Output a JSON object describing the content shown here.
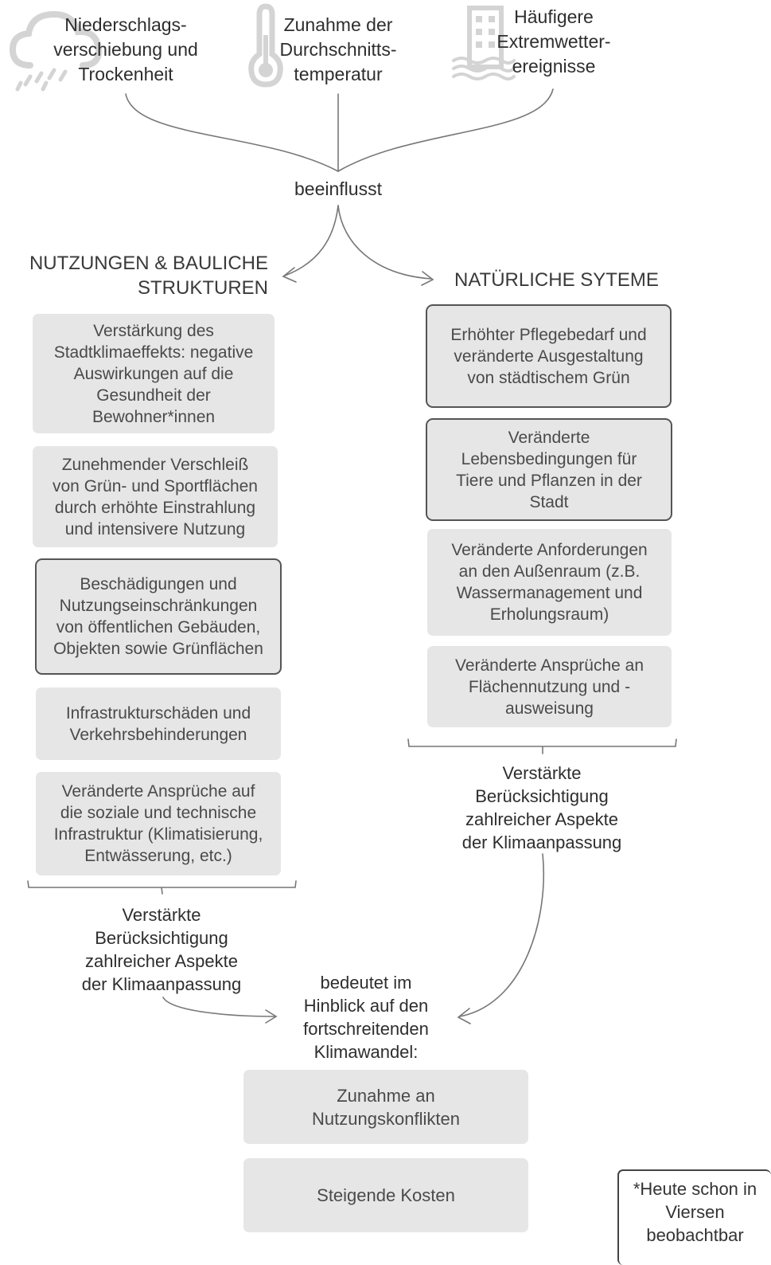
{
  "drivers": [
    {
      "label": "Niederschlags-\nverschiebung und\nTrockenheit",
      "icon": "rain-cloud-icon"
    },
    {
      "label": "Zunahme der\nDurchschnitts-\ntemperatur",
      "icon": "thermometer-icon"
    },
    {
      "label": "Häufigere\nExtremwetter-\nereignisse",
      "icon": "flooded-building-icon"
    }
  ],
  "connector_label": "beeinflusst",
  "left": {
    "heading": "NUTZUNGEN & BAULICHE\nSTRUKTUREN",
    "boxes": [
      "Verstärkung des\nStadtklimaeffekts: negative\nAuswirkungen auf die\nGesundheit der\nBewohner*innen",
      "Zunehmender Verschleiß\nvon Grün- und Sportflächen\ndurch erhöhte Einstrahlung\nund intensivere Nutzung",
      "Beschädigungen und\nNutzungseinschränkungen\nvon öffentlichen Gebäuden,\nObjekten sowie Grünflächen",
      "Infrastrukturschäden und\nVerkehrsbehinderungen",
      "Veränderte Ansprüche auf\ndie soziale und technische\nInfrastruktur (Klimatisierung,\nEntwässerung, etc.)"
    ],
    "summary": "Verstärkte\nBerücksichtigung\nzahlreicher Aspekte\nder Klimaanpassung"
  },
  "right": {
    "heading": "NATÜRLICHE SYTEME",
    "boxes": [
      "Erhöhter Pflegebedarf und\nveränderte Ausgestaltung\nvon städtischem Grün",
      "Veränderte\nLebensbedingungen für\nTiere und Pflanzen in der\nStadt",
      "Veränderte Anforderungen\nan den Außenraum (z.B.\nWassermanagement und\nErholungsraum)",
      "Veränderte Ansprüche an\nFlächennutzung und -\nausweisung"
    ],
    "summary": "Verstärkte\nBerücksichtigung\nzahlreicher Aspekte\nder Klimaanpassung"
  },
  "conclusion_label": "bedeutet im\nHinblick auf den\nfortschreitenden\nKlimawandel:",
  "outcomes": [
    "Zunahme an\nNutzungskonflikten",
    "Steigende Kosten"
  ],
  "note": "*Heute schon in\nViersen\nbeobachtbar",
  "colors": {
    "box_fill": "#e6e6e6",
    "text": "#3c3c3c",
    "line": "#666666",
    "icon": "#d4d4d4"
  }
}
